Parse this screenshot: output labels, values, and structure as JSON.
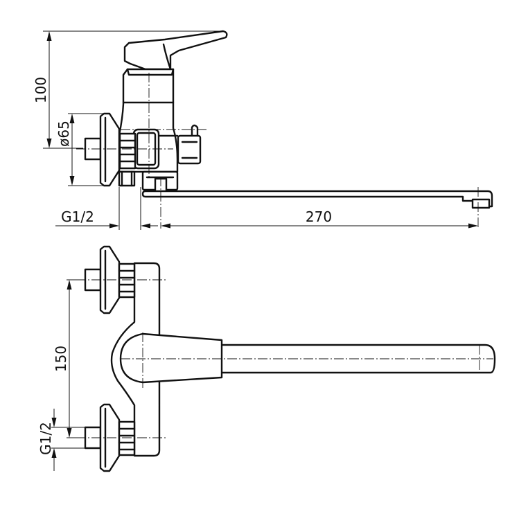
{
  "dimensions": {
    "height": "100",
    "flange_diameter": "ø65",
    "inlet_thread_front": "G1/2",
    "spout_reach": "270",
    "inlet_spacing": "150",
    "inlet_thread_top": "G1/2"
  },
  "colors": {
    "line": "#111111",
    "background": "#ffffff"
  }
}
